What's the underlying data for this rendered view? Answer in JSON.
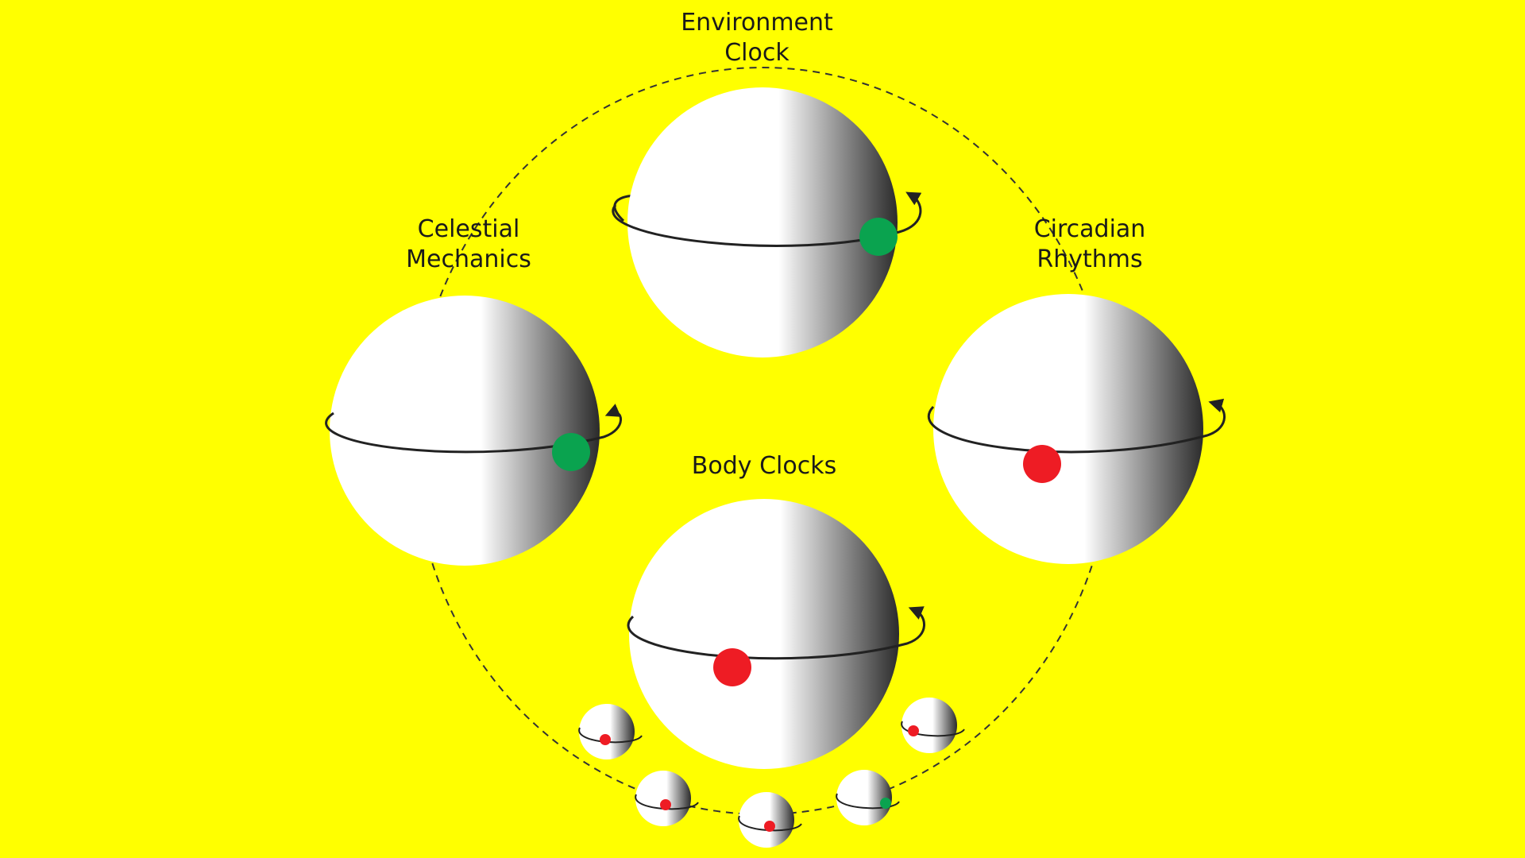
{
  "colors": {
    "background": "#ffff00",
    "sphere_light": "#ffffff",
    "sphere_dark": "#2b2b2b",
    "orbit_line": "#333333",
    "marker_green": "#0aa34f",
    "marker_red": "#ee1c24"
  },
  "labels": {
    "environment_clock": [
      "Environment",
      "Clock"
    ],
    "celestial_mechanics": [
      "Celestial",
      "Mechanics"
    ],
    "circadian_rhythms": [
      "Circadian",
      "Rhythms"
    ],
    "body_clocks": "Body Clocks"
  },
  "spheres": [
    {
      "name": "environment-clock-sphere",
      "marker": "green"
    },
    {
      "name": "celestial-mechanics-sphere",
      "marker": "green"
    },
    {
      "name": "circadian-rhythms-sphere",
      "marker": "red"
    },
    {
      "name": "body-clocks-sphere",
      "marker": "red"
    },
    {
      "name": "small-sphere-1",
      "marker": "red"
    },
    {
      "name": "small-sphere-2",
      "marker": "red"
    },
    {
      "name": "small-sphere-3",
      "marker": "red"
    },
    {
      "name": "small-sphere-4",
      "marker": "green"
    },
    {
      "name": "small-sphere-5",
      "marker": "red"
    }
  ]
}
